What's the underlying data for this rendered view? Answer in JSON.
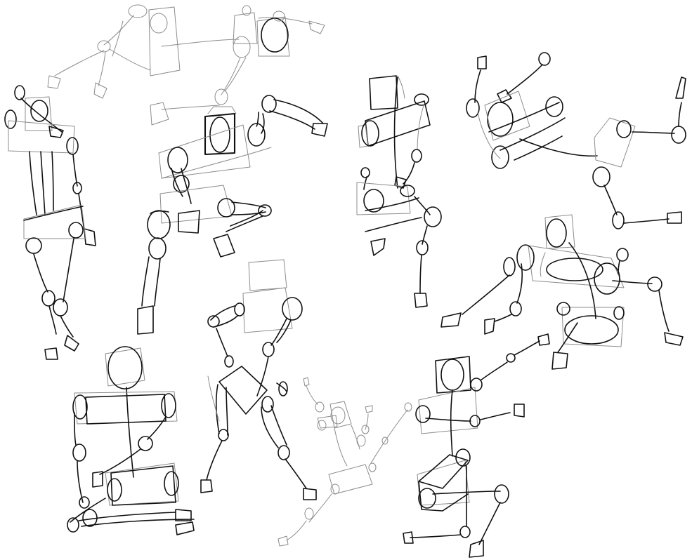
{
  "canvas": {
    "background": "#ffffff",
    "stroke_dark": "#111111",
    "stroke_light": "#8c8c8c"
  },
  "figures": [
    {
      "id": "fig-01",
      "label": "gesture-figure-reaching-faint"
    },
    {
      "id": "fig-02",
      "label": "gesture-figure-leaning-faint"
    },
    {
      "id": "fig-03",
      "label": "gesture-figure-standing-left"
    },
    {
      "id": "fig-04",
      "label": "gesture-figure-crouching-punch"
    },
    {
      "id": "fig-05",
      "label": "gesture-figure-walking-center"
    },
    {
      "id": "fig-06",
      "label": "gesture-figure-kicking-right"
    },
    {
      "id": "fig-07",
      "label": "gesture-figure-crawling-right"
    },
    {
      "id": "fig-08",
      "label": "gesture-figure-lunging-center"
    },
    {
      "id": "fig-09",
      "label": "gesture-figure-seated-left"
    },
    {
      "id": "fig-10",
      "label": "gesture-figure-small-faint"
    },
    {
      "id": "fig-11",
      "label": "gesture-figure-striding-bottom"
    }
  ]
}
